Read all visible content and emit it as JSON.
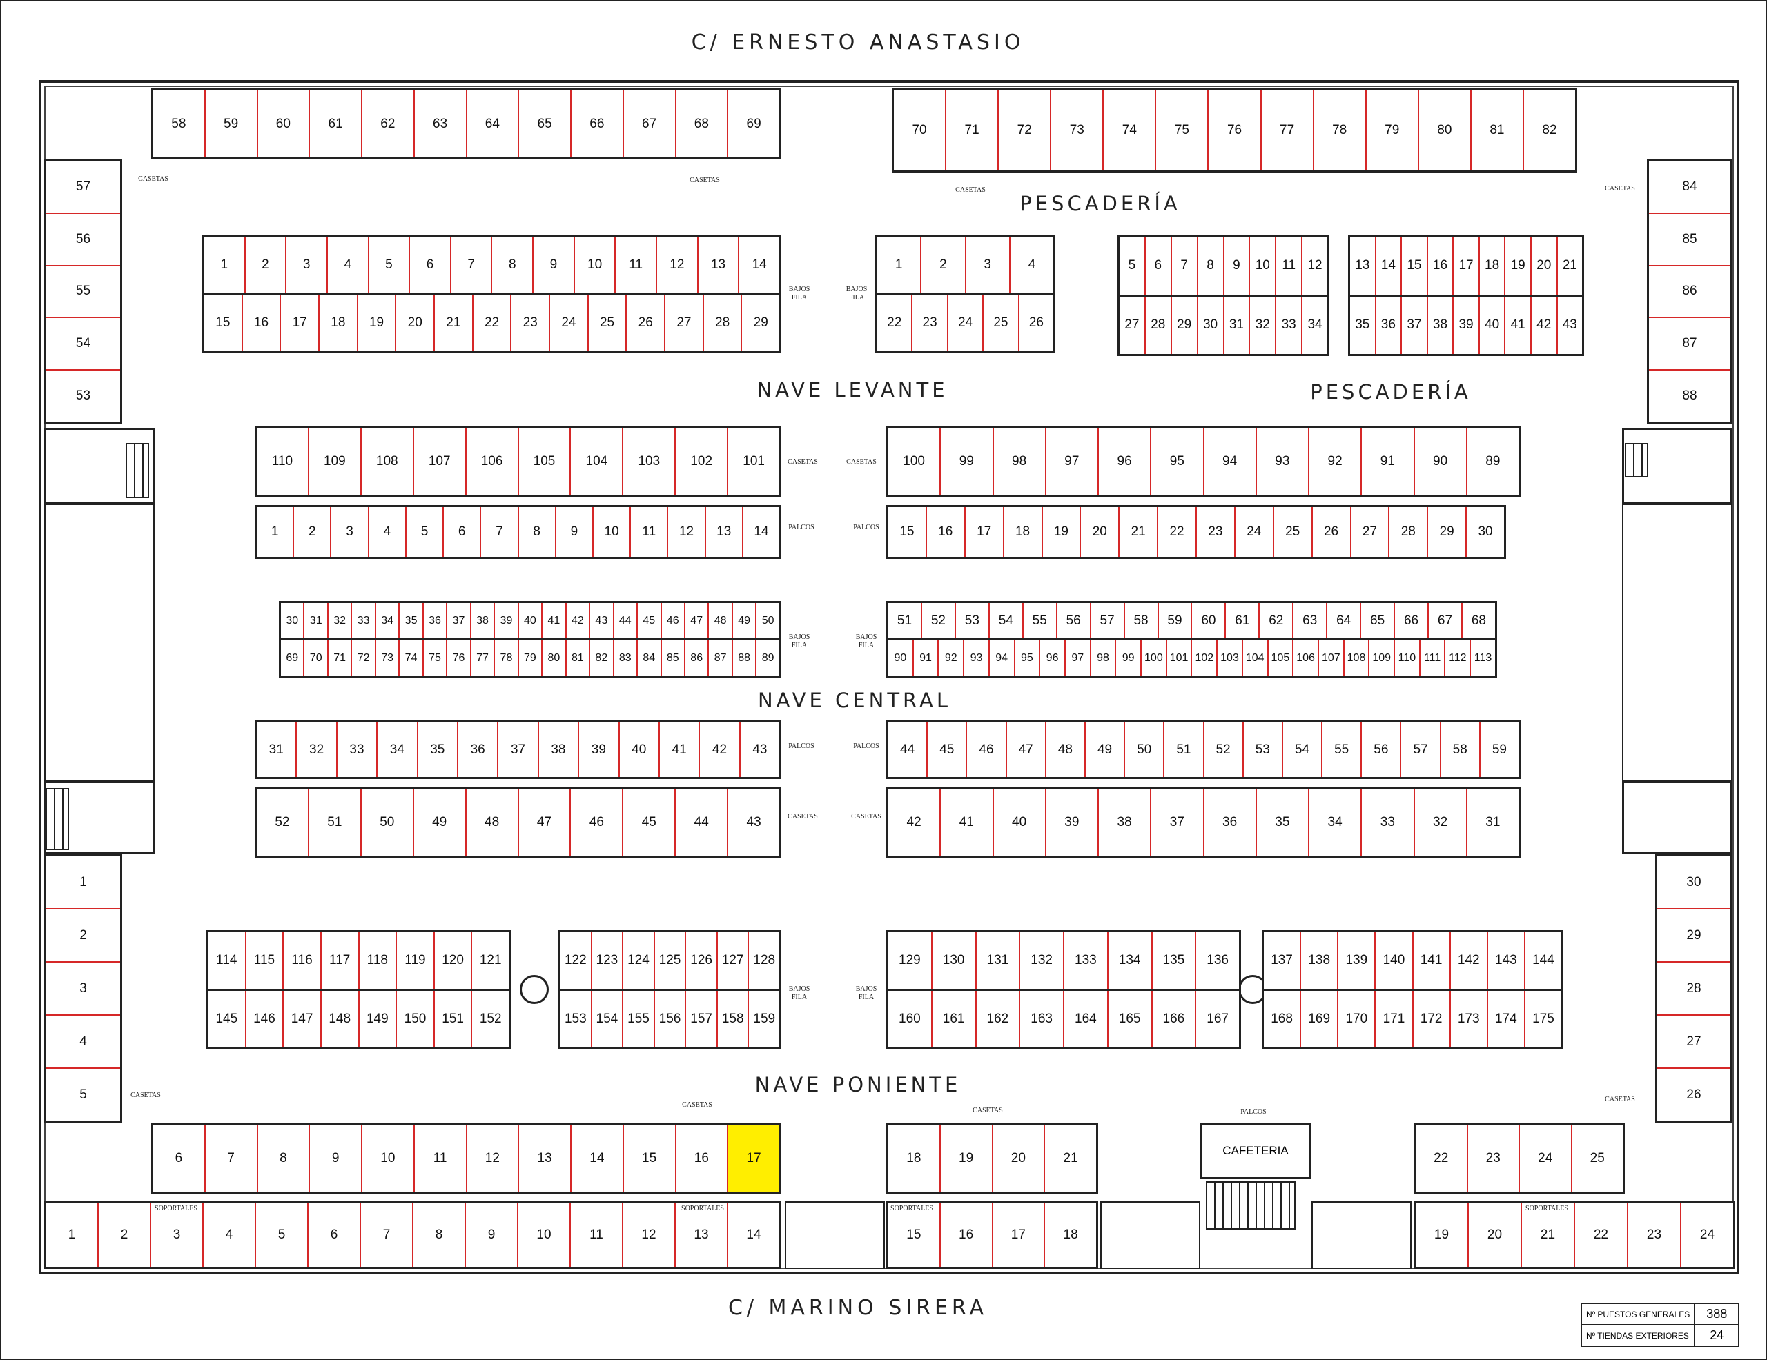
{
  "streets": {
    "top": "C/ ERNESTO ANASTASIO",
    "bottom": "C/ MARINO SIRERA"
  },
  "section_labels": {
    "pescaderia_1": "PESCADERÍA",
    "pescaderia_2": "PESCADERÍA",
    "nave_levante": "NAVE LEVANTE",
    "nave_central": "NAVE CENTRAL",
    "nave_poniente": "NAVE PONIENTE"
  },
  "small_labels": {
    "casetas": "CASETAS",
    "bajos_fila": "BAJOS FILA",
    "palcos": "PALCOS",
    "soportales": "SOPORTALES"
  },
  "cafeteria": "CAFETERIA",
  "stats": {
    "rows": [
      {
        "label": "Nº PUESTOS GENERALES",
        "value": "388"
      },
      {
        "label": "Nº TIENDAS EXTERIORES",
        "value": "24"
      }
    ]
  },
  "highlight": {
    "block": "poniente_casetas_left",
    "stall": "17",
    "color": "#ffee00"
  },
  "colors": {
    "divider": "#d62828",
    "wall": "#222222"
  },
  "stalls": {
    "top_left": {
      "rows": [
        [
          "58",
          "59",
          "60",
          "61",
          "62",
          "63",
          "64",
          "65",
          "66",
          "67",
          "68",
          "69"
        ]
      ]
    },
    "top_right": {
      "rows": [
        [
          "70",
          "71",
          "72",
          "73",
          "74",
          "75",
          "76",
          "77",
          "78",
          "79",
          "80",
          "81",
          "82"
        ]
      ]
    },
    "left_col_top": {
      "rows": [
        [
          "57",
          "56",
          "55",
          "54",
          "53"
        ]
      ]
    },
    "right_col_top": {
      "rows": [
        [
          "84",
          "85",
          "86",
          "87",
          "88"
        ]
      ]
    },
    "levante_bajos_a": {
      "rows": [
        [
          "1",
          "2",
          "3",
          "4",
          "5",
          "6",
          "7",
          "8",
          "9",
          "10",
          "11",
          "12",
          "13",
          "14"
        ],
        [
          "15",
          "16",
          "17",
          "18",
          "19",
          "20",
          "21",
          "22",
          "23",
          "24",
          "25",
          "26",
          "27",
          "28",
          "29"
        ]
      ]
    },
    "pescaderia_b": {
      "rows": [
        [
          "1",
          "2",
          "3",
          "4"
        ],
        [
          "22",
          "23",
          "24",
          "25",
          "26"
        ]
      ]
    },
    "pescaderia_c": {
      "rows": [
        [
          "5",
          "6",
          "7",
          "8",
          "9",
          "10",
          "11",
          "12"
        ],
        [
          "27",
          "28",
          "29",
          "30",
          "31",
          "32",
          "33",
          "34"
        ]
      ]
    },
    "pescaderia_d": {
      "rows": [
        [
          "13",
          "14",
          "15",
          "16",
          "17",
          "18",
          "19",
          "20",
          "21"
        ],
        [
          "35",
          "36",
          "37",
          "38",
          "39",
          "40",
          "41",
          "42",
          "43"
        ]
      ]
    },
    "levante_casetas_left": {
      "rows": [
        [
          "110",
          "109",
          "108",
          "107",
          "106",
          "105",
          "104",
          "103",
          "102",
          "101"
        ]
      ]
    },
    "levante_casetas_right": {
      "rows": [
        [
          "100",
          "99",
          "98",
          "97",
          "96",
          "95",
          "94",
          "93",
          "92",
          "91",
          "90",
          "89"
        ]
      ]
    },
    "levante_palcos_left": {
      "rows": [
        [
          "1",
          "2",
          "3",
          "4",
          "5",
          "6",
          "7",
          "8",
          "9",
          "10",
          "11",
          "12",
          "13",
          "14"
        ]
      ]
    },
    "levante_palcos_right": {
      "rows": [
        [
          "15",
          "16",
          "17",
          "18",
          "19",
          "20",
          "21",
          "22",
          "23",
          "24",
          "25",
          "26",
          "27",
          "28",
          "29",
          "30"
        ]
      ]
    },
    "central_bajos_left": {
      "rows": [
        [
          "30",
          "31",
          "32",
          "33",
          "34",
          "35",
          "36",
          "37",
          "38",
          "39",
          "40",
          "41",
          "42",
          "43",
          "44",
          "45",
          "46",
          "47",
          "48",
          "49",
          "50"
        ],
        [
          "69",
          "70",
          "71",
          "72",
          "73",
          "74",
          "75",
          "76",
          "77",
          "78",
          "79",
          "80",
          "81",
          "82",
          "83",
          "84",
          "85",
          "86",
          "87",
          "88",
          "89"
        ]
      ]
    },
    "central_bajos_right": {
      "rows": [
        [
          "51",
          "52",
          "53",
          "54",
          "55",
          "56",
          "57",
          "58",
          "59",
          "60",
          "61",
          "62",
          "63",
          "64",
          "65",
          "66",
          "67",
          "68"
        ],
        [
          "90",
          "91",
          "92",
          "93",
          "94",
          "95",
          "96",
          "97",
          "98",
          "99",
          "100",
          "101",
          "102",
          "103",
          "104",
          "105",
          "106",
          "107",
          "108",
          "109",
          "110",
          "111",
          "112",
          "113"
        ]
      ]
    },
    "central_palcos_left": {
      "rows": [
        [
          "31",
          "32",
          "33",
          "34",
          "35",
          "36",
          "37",
          "38",
          "39",
          "40",
          "41",
          "42",
          "43"
        ]
      ]
    },
    "central_palcos_right": {
      "rows": [
        [
          "44",
          "45",
          "46",
          "47",
          "48",
          "49",
          "50",
          "51",
          "52",
          "53",
          "54",
          "55",
          "56",
          "57",
          "58",
          "59"
        ]
      ]
    },
    "central_casetas_left": {
      "rows": [
        [
          "52",
          "51",
          "50",
          "49",
          "48",
          "47",
          "46",
          "45",
          "44",
          "43"
        ]
      ]
    },
    "central_casetas_right": {
      "rows": [
        [
          "42",
          "41",
          "40",
          "39",
          "38",
          "37",
          "36",
          "35",
          "34",
          "33",
          "32",
          "31"
        ]
      ]
    },
    "left_col_bottom": {
      "rows": [
        [
          "1",
          "2",
          "3",
          "4",
          "5"
        ]
      ]
    },
    "right_col_bottom": {
      "rows": [
        [
          "30",
          "29",
          "28",
          "27",
          "26"
        ]
      ]
    },
    "poniente_bajos_1": {
      "rows": [
        [
          "114",
          "115",
          "116",
          "117",
          "118",
          "119",
          "120",
          "121"
        ],
        [
          "145",
          "146",
          "147",
          "148",
          "149",
          "150",
          "151",
          "152"
        ]
      ]
    },
    "poniente_bajos_2": {
      "rows": [
        [
          "122",
          "123",
          "124",
          "125",
          "126",
          "127",
          "128"
        ],
        [
          "153",
          "154",
          "155",
          "156",
          "157",
          "158",
          "159"
        ]
      ]
    },
    "poniente_bajos_3": {
      "rows": [
        [
          "129",
          "130",
          "131",
          "132",
          "133",
          "134",
          "135",
          "136"
        ],
        [
          "160",
          "161",
          "162",
          "163",
          "164",
          "165",
          "166",
          "167"
        ]
      ]
    },
    "poniente_bajos_4": {
      "rows": [
        [
          "137",
          "138",
          "139",
          "140",
          "141",
          "142",
          "143",
          "144"
        ],
        [
          "168",
          "169",
          "170",
          "171",
          "172",
          "173",
          "174",
          "175"
        ]
      ]
    },
    "poniente_casetas_left": {
      "rows": [
        [
          "6",
          "7",
          "8",
          "9",
          "10",
          "11",
          "12",
          "13",
          "14",
          "15",
          "16",
          "17"
        ]
      ]
    },
    "poniente_casetas_mid": {
      "rows": [
        [
          "18",
          "19",
          "20",
          "21"
        ]
      ]
    },
    "poniente_casetas_right": {
      "rows": [
        [
          "22",
          "23",
          "24",
          "25"
        ]
      ]
    },
    "soportales_left": {
      "rows": [
        [
          "1",
          "2",
          "3",
          "4",
          "5",
          "6",
          "7",
          "8",
          "9",
          "10",
          "11",
          "12",
          "13",
          "14"
        ]
      ]
    },
    "soportales_mid": {
      "rows": [
        [
          "15",
          "16",
          "17",
          "18"
        ]
      ]
    },
    "soportales_right": {
      "rows": [
        [
          "19",
          "20",
          "21",
          "22",
          "23",
          "24"
        ]
      ]
    }
  }
}
